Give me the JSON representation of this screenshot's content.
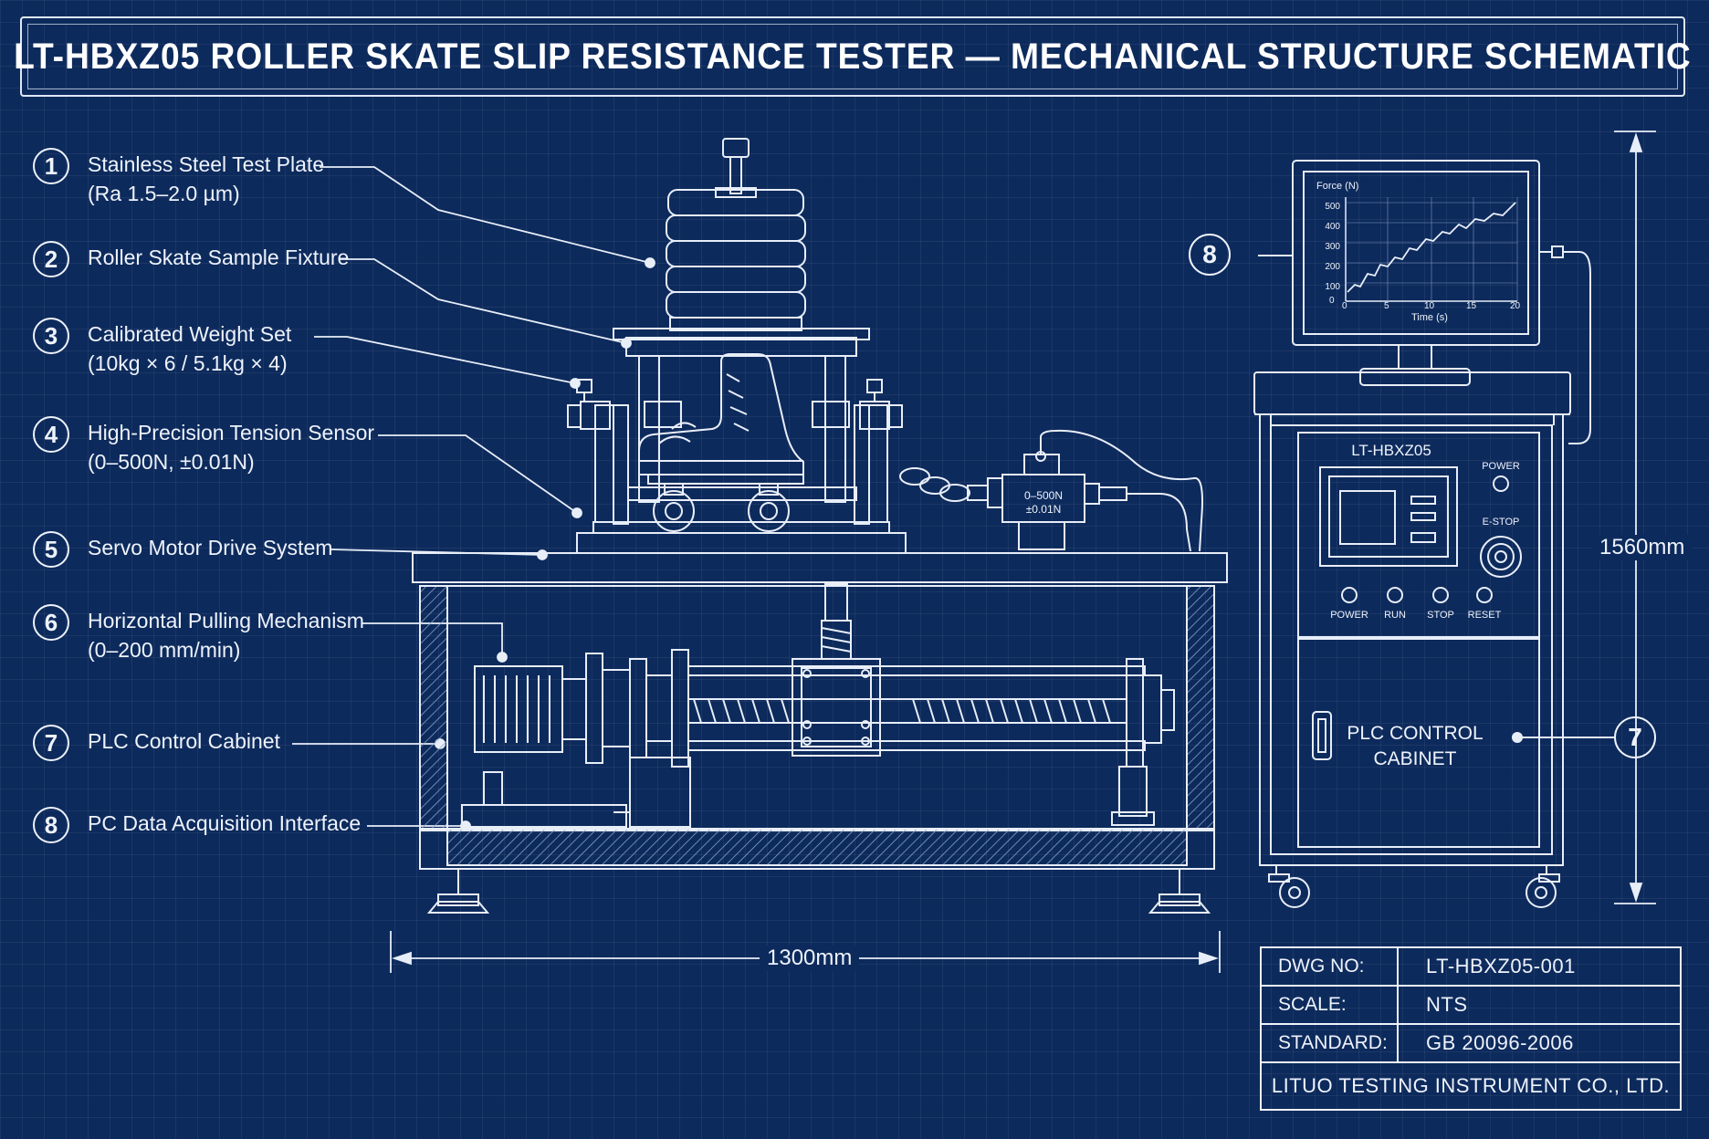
{
  "title": "LT-HBXZ05 ROLLER SKATE SLIP RESISTANCE TESTER — MECHANICAL STRUCTURE SCHEMATIC",
  "callouts": [
    {
      "num": "1",
      "label": "Stainless Steel Test Plate",
      "sub": "(Ra 1.5–2.0 µm)"
    },
    {
      "num": "2",
      "label": "Roller Skate Sample Fixture",
      "sub": ""
    },
    {
      "num": "3",
      "label": "Calibrated Weight Set",
      "sub": "(10kg × 6 / 5.1kg × 4)"
    },
    {
      "num": "4",
      "label": "High-Precision Tension Sensor",
      "sub": "(0–500N, ±0.01N)"
    },
    {
      "num": "5",
      "label": "Servo Motor Drive System",
      "sub": ""
    },
    {
      "num": "6",
      "label": "Horizontal Pulling Mechanism",
      "sub": "(0–200 mm/min)"
    },
    {
      "num": "7",
      "label": "PLC Control Cabinet",
      "sub": ""
    },
    {
      "num": "8",
      "label": "PC Data Acquisition Interface",
      "sub": ""
    }
  ],
  "right_callouts": {
    "monitor": "8",
    "cabinet": "7"
  },
  "sensor_label": {
    "line1": "0–500N",
    "line2": "±0.01N"
  },
  "monitor_chart": {
    "ylabel": "Force (N)",
    "xlabel": "Time (s)",
    "yticks": [
      "500",
      "400",
      "300",
      "200",
      "100",
      "0"
    ],
    "xticks": [
      "0",
      "5",
      "10",
      "15",
      "20"
    ]
  },
  "cabinet": {
    "model": "LT-HBXZ05",
    "power_label": "POWER",
    "estop_label": "E-STOP",
    "buttons": [
      "POWER",
      "RUN",
      "STOP",
      "RESET"
    ],
    "door_line1": "PLC CONTROL",
    "door_line2": "CABINET"
  },
  "dimensions": {
    "width": "1300mm",
    "height": "1560mm"
  },
  "title_block": {
    "rows": [
      {
        "key": "DWG NO:",
        "value": "LT-HBXZ05-001"
      },
      {
        "key": "SCALE:",
        "value": "NTS"
      },
      {
        "key": "STANDARD:",
        "value": "GB 20096-2006"
      }
    ],
    "company": "LITUO TESTING INSTRUMENT CO., LTD."
  }
}
